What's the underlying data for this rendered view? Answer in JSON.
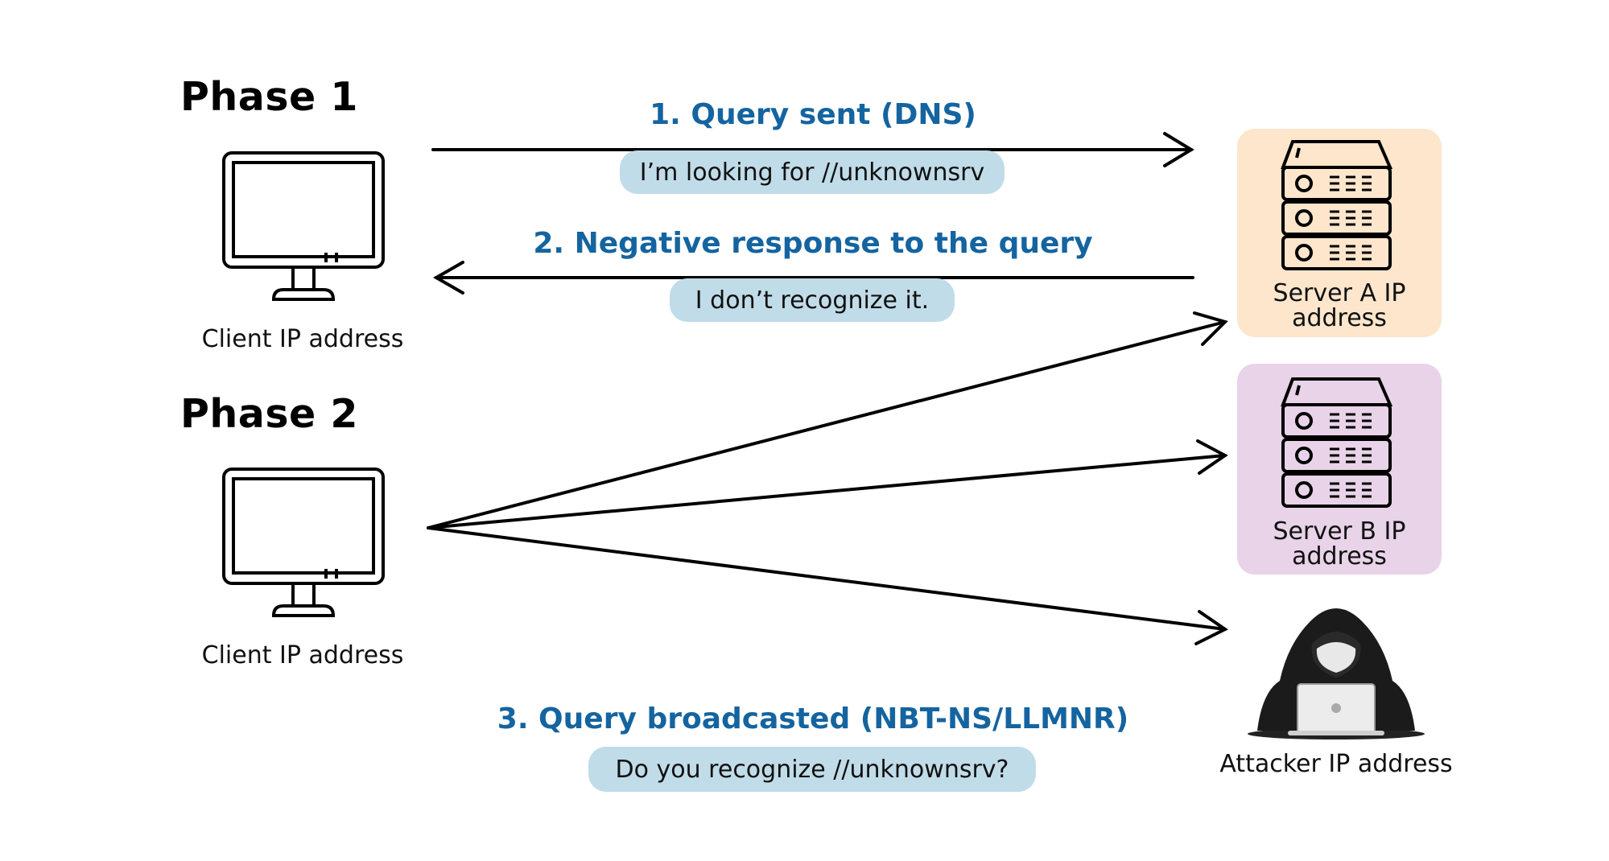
{
  "phases": {
    "phase1": "Phase 1",
    "phase2": "Phase 2"
  },
  "client": {
    "label1": "Client IP address",
    "label2": "Client IP address"
  },
  "steps": {
    "step1": {
      "title": "1. Query sent (DNS)",
      "message": "I’m looking for //unknownsrv"
    },
    "step2": {
      "title": "2. Negative response to the query",
      "message": "I don’t recognize it."
    },
    "step3": {
      "title": "3. Query broadcasted (NBT-NS/LLMNR)",
      "message": "Do you recognize //unknownsrv?"
    }
  },
  "servers": {
    "server_a": {
      "label": "Server A IP address",
      "color": "#fde6cc"
    },
    "server_b": {
      "label": "Server B IP address",
      "color": "#e8d3e8"
    }
  },
  "attacker": {
    "label": "Attacker IP address"
  },
  "colors": {
    "step_title": "#1464a0",
    "pill": "#c0dce8",
    "line": "#000000"
  },
  "icons": [
    "monitor-icon",
    "server-icon",
    "hooded-attacker-icon",
    "arrow-right-icon",
    "arrow-left-icon"
  ]
}
